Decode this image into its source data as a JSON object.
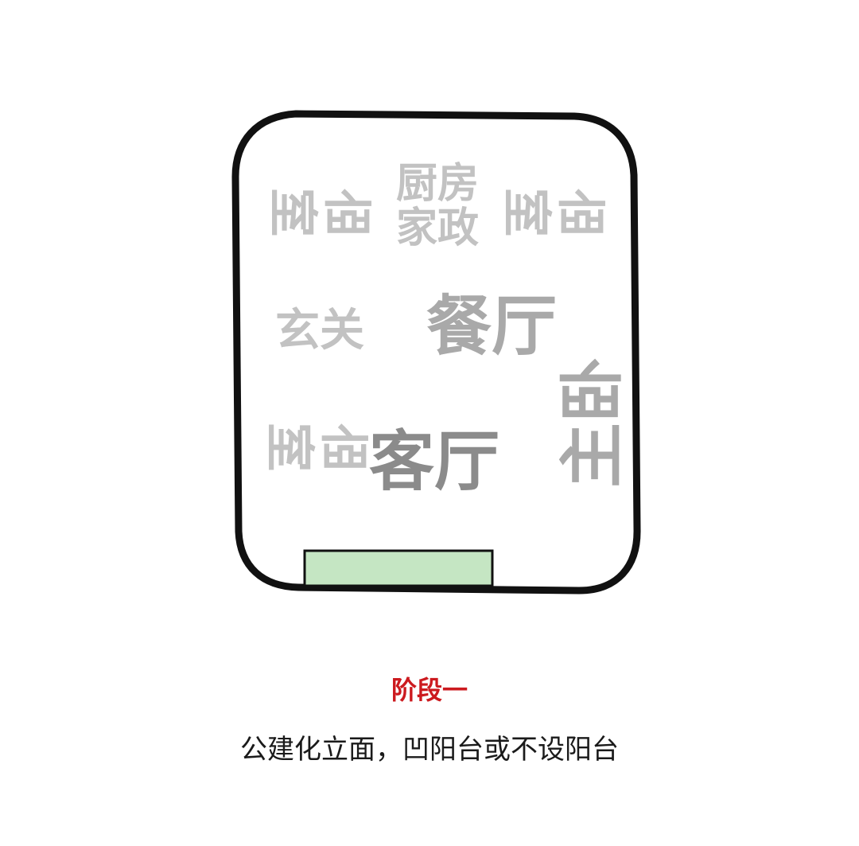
{
  "plan": {
    "rooms": {
      "bedroom_top_left": "卧室",
      "kitchen": "厨房家政",
      "bedroom_top_right": "卧室",
      "entrance": "玄关",
      "dining": "餐厅",
      "bedroom_bottom_left": "卧室",
      "living": "客厅",
      "master_bedroom": "主卧"
    },
    "colors": {
      "outline": "#111111",
      "balcony_fill": "#c5e6c3",
      "room_light": "#c2c2c2",
      "room_mid": "#a9a9a9",
      "room_dark": "#8b8b8b"
    }
  },
  "caption": {
    "title": "阶段一",
    "description": "公建化立面，凹阳台或不设阳台",
    "title_color": "#cc1a1f"
  }
}
